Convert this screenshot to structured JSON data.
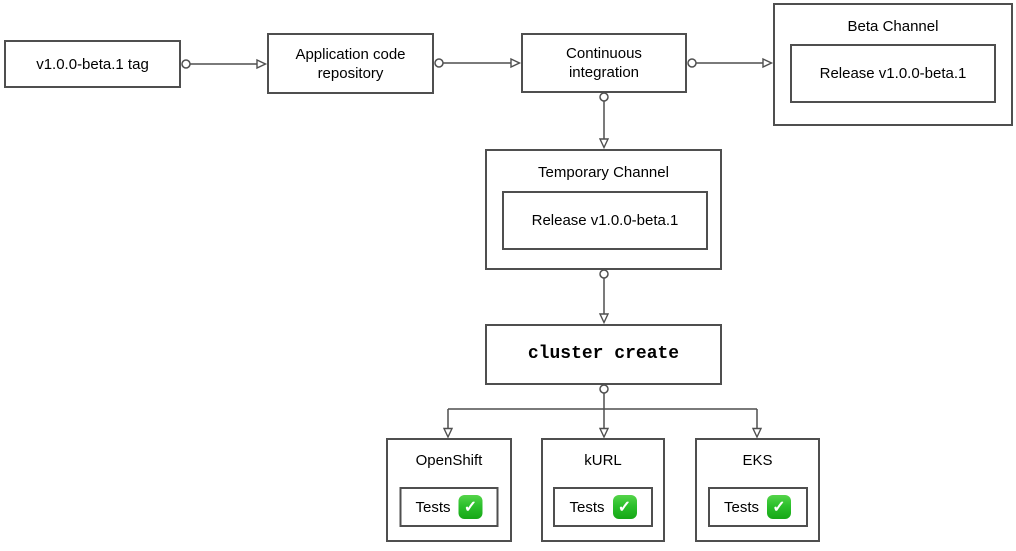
{
  "diagram": {
    "tag_box": {
      "label": "v1.0.0-beta.1 tag"
    },
    "repo_box": {
      "label": "Application code\nrepository"
    },
    "ci_box": {
      "label": "Continuous\nintegration"
    },
    "beta_channel": {
      "title": "Beta Channel",
      "release_label": "Release v1.0.0-beta.1"
    },
    "temp_channel": {
      "title": "Temporary Channel",
      "release_label": "Release v1.0.0-beta.1"
    },
    "cluster_create_box": {
      "label": "cluster create"
    },
    "clusters": [
      {
        "title": "OpenShift",
        "tests_label": "Tests"
      },
      {
        "title": "kURL",
        "tests_label": "Tests"
      },
      {
        "title": "EKS",
        "tests_label": "Tests"
      }
    ],
    "icons": {
      "check": "✓"
    },
    "colors": {
      "border": "#4f4f4f",
      "connector": "#4f4f4f",
      "check_green": "#2cc02c",
      "text": "#000000",
      "background": "#ffffff"
    }
  }
}
